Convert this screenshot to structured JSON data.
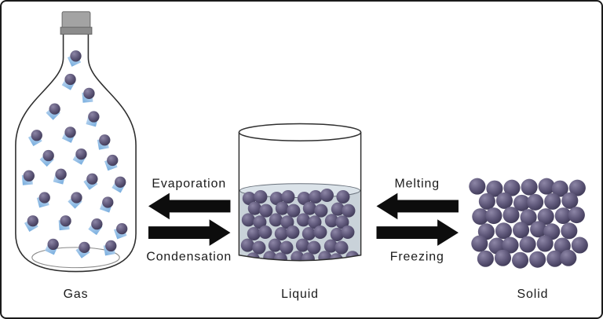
{
  "diagram": {
    "states": [
      {
        "label": "Gas"
      },
      {
        "label": "Liquid"
      },
      {
        "label": "Solid"
      }
    ],
    "transitions": [
      {
        "top": "Evaporation",
        "bottom": "Condensation"
      },
      {
        "top": "Melting",
        "bottom": "Freezing"
      }
    ],
    "colors": {
      "particle_light": "#8d86a6",
      "particle_mid": "#5f587a",
      "particle_dark": "#3c3754",
      "trail_light": "#cfe2f6",
      "trail_dark": "#6fa8dc",
      "liquid_fill": "#c9d2d9",
      "liquid_surface": "#dbe3e9",
      "cap_fill": "#a3a3a3",
      "cap_band": "#8c8c8c",
      "arrow": "#0d0d0d",
      "outline": "#2f2f2f",
      "text": "#1a1a1a"
    }
  }
}
